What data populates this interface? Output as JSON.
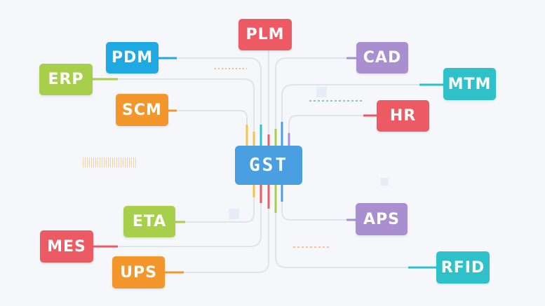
{
  "hub": {
    "label": "GST",
    "color": "#4a9fe0"
  },
  "nodes": [
    {
      "id": "plm",
      "label": "PLM",
      "color": "#ec5a63"
    },
    {
      "id": "pdm",
      "label": "PDM",
      "color": "#1ea9e3"
    },
    {
      "id": "erp",
      "label": "ERP",
      "color": "#a8cf4c"
    },
    {
      "id": "scm",
      "label": "SCM",
      "color": "#f3972d"
    },
    {
      "id": "cad",
      "label": "CAD",
      "color": "#a98fd0"
    },
    {
      "id": "mtm",
      "label": "MTM",
      "color": "#2fc1c9"
    },
    {
      "id": "hr",
      "label": "HR",
      "color": "#ec5a63"
    },
    {
      "id": "eta",
      "label": "ETA",
      "color": "#a8cf4c"
    },
    {
      "id": "mes",
      "label": "MES",
      "color": "#ec5a63"
    },
    {
      "id": "ups",
      "label": "UPS",
      "color": "#f3972d"
    },
    {
      "id": "aps",
      "label": "APS",
      "color": "#a98fd0"
    },
    {
      "id": "rfid",
      "label": "RFID",
      "color": "#2fc1c9"
    }
  ],
  "connections": [
    "plm",
    "pdm",
    "erp",
    "scm",
    "cad",
    "mtm",
    "hr",
    "eta",
    "mes",
    "ups",
    "aps",
    "rfid"
  ],
  "colors": {
    "wire": "#dfe3ea",
    "background": "#f5f7fb"
  }
}
